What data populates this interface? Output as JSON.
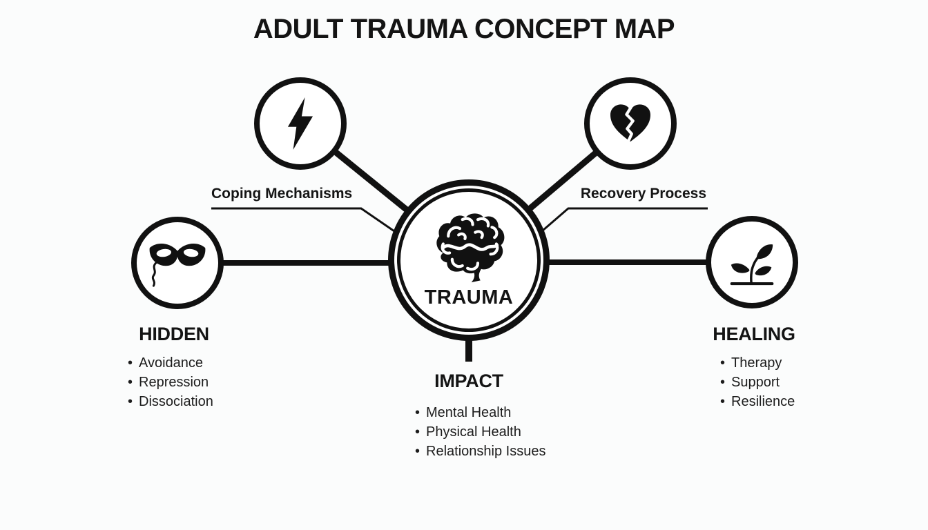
{
  "title": "ADULT TRAUMA CONCEPT MAP",
  "bullet": "•",
  "central_node": {
    "label": "TRAUMA",
    "icon": "brain"
  },
  "satellite_nodes": {
    "top_left": {
      "icon": "lightning-bolt"
    },
    "top_right": {
      "icon": "broken-heart"
    },
    "left": {
      "icon": "masquerade-mask"
    },
    "right": {
      "icon": "seedling"
    }
  },
  "edge_labels": {
    "coping": "Coping Mechanisms",
    "recovery": "Recovery Process"
  },
  "sections": {
    "hidden": {
      "title": "HIDDEN",
      "items": [
        "Avoidance",
        "Repression",
        "Dissociation"
      ]
    },
    "impact": {
      "title": "IMPACT",
      "items": [
        "Mental Health",
        "Physical Health",
        "Relationship Issues"
      ]
    },
    "healing": {
      "title": "HEALING",
      "items": [
        "Therapy",
        "Support",
        "Resilience"
      ]
    }
  },
  "colors": {
    "ink": "#111111",
    "background": "#fbfcfc",
    "text": "#1c1c1c"
  }
}
